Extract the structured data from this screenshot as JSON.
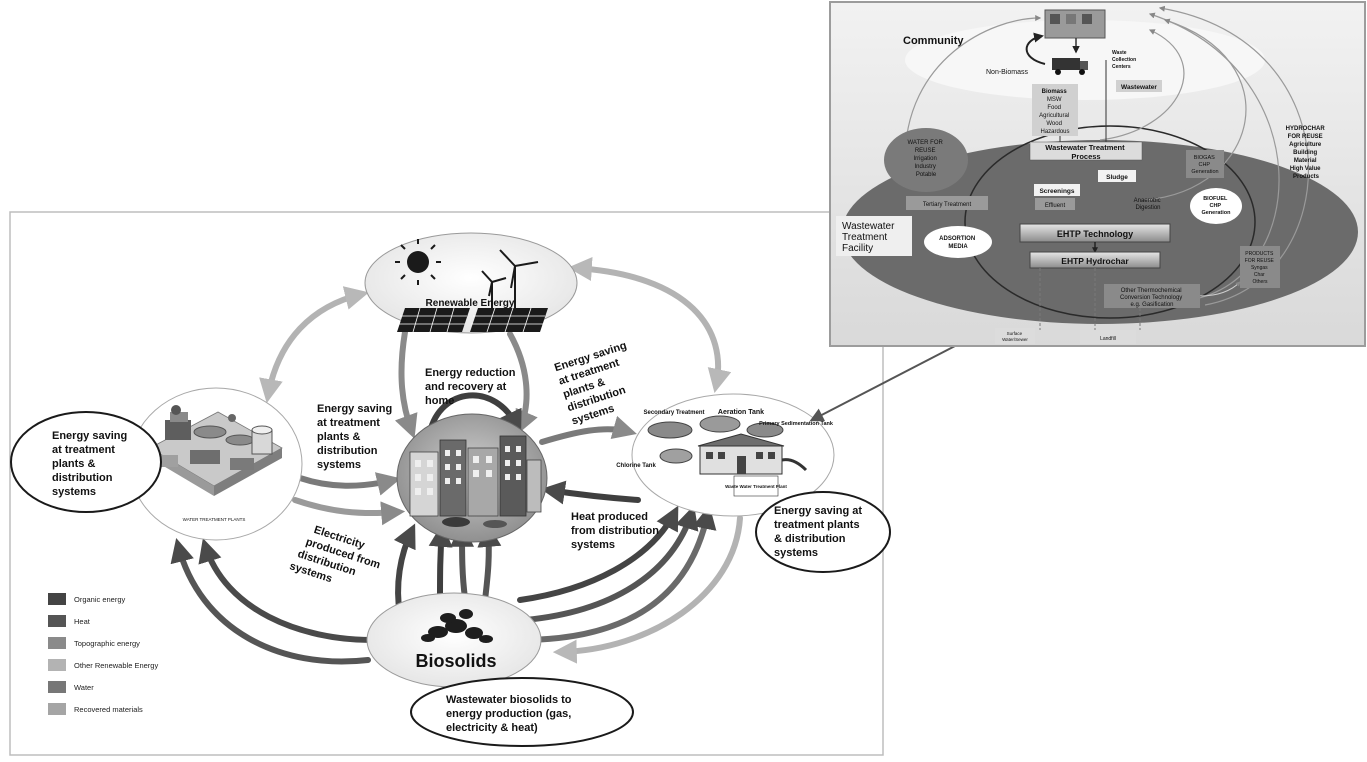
{
  "main": {
    "renewable_label": "Renewable Energy",
    "biosolids_label": "Biosolids",
    "water_plants_caption": "WATER TREATMENT PLANTS",
    "wwtp_labels": {
      "secondary": "Secondary Treatment",
      "aeration": "Aeration Tank",
      "primary": "Primary Sedimentation Tank",
      "chlorine": "Chlorine Tank",
      "plant": "Waste Water Treatment Plant"
    },
    "callouts": {
      "left_oval": [
        "Energy saving",
        "at treatment",
        "plants &",
        "distribution",
        "systems"
      ],
      "right_oval": [
        "Energy saving at",
        "treatment plants",
        "& distribution",
        "systems"
      ],
      "bottom_oval": [
        "Wastewater biosolids to",
        "energy production (gas,",
        "electricity & heat)"
      ]
    },
    "flow_texts": {
      "energy_reduction": [
        "Energy reduction",
        "and recovery at",
        "home"
      ],
      "energy_saving_left": [
        "Energy saving",
        "at treatment",
        "plants &",
        "distribution",
        "systems"
      ],
      "energy_saving_top": [
        "Energy saving",
        "at treatment",
        "plants &",
        "distribution",
        "systems"
      ],
      "electricity": [
        "Electricity",
        "produced  from",
        "distribution",
        "systems"
      ],
      "heat": [
        "Heat produced",
        "from distribution",
        "systems"
      ]
    },
    "legend": [
      {
        "label": "Organic energy",
        "color": "#444444"
      },
      {
        "label": "Heat",
        "color": "#555555"
      },
      {
        "label": "Topographic energy",
        "color": "#8a8a8a"
      },
      {
        "label": "Other Renewable Energy",
        "color": "#b3b3b3"
      },
      {
        "label": "Water",
        "color": "#777777"
      },
      {
        "label": "Recovered materials",
        "color": "#a5a5a5"
      }
    ]
  },
  "inset": {
    "community": "Community",
    "non_biomass": "Non-Biomass",
    "waste_collection": [
      "Waste",
      "Collection",
      "Centers"
    ],
    "biomass": [
      "Biomass",
      "MSW",
      "Food",
      "Agricultural",
      "Wood",
      "Hazardous"
    ],
    "wastewater": "Wastewater",
    "water_reuse": [
      "WATER FOR",
      "REUSE",
      "Irrigation",
      "Industry",
      "Potable"
    ],
    "hydrochar_reuse": [
      "HYDROCHAR",
      "FOR REUSE",
      "Agriculture",
      "Building",
      "Material",
      "High Value",
      "Products"
    ],
    "wtp_process": [
      "Wastewater Treatment",
      "Process"
    ],
    "sludge": "Sludge",
    "screenings": "Screenings",
    "effluent": "Effluent",
    "tertiary": "Tertiary Treatment",
    "anaerobic": [
      "Anaerobic",
      "Digestion"
    ],
    "biogas": [
      "BIOGAS",
      "CHP",
      "Generation"
    ],
    "biofuel": [
      "BIOFUEL",
      "CHP",
      "Generation"
    ],
    "facility": [
      "Wastewater",
      "Treatment",
      "Facility"
    ],
    "adsorption": [
      "ADSORTION",
      "MEDIA"
    ],
    "ehtp_tech": "EHTP Technology",
    "ehtp_hydrochar": "EHTP Hydrochar",
    "products_reuse": [
      "PRODUCTS",
      "FOR REUSE",
      "Syngas",
      "Char",
      "Others"
    ],
    "other_thermo": [
      "Other Thermochemical",
      "Conversion Technology",
      "e.g. Gasification"
    ],
    "surface_water": [
      "Surface",
      "Water/Sewer"
    ],
    "landfill": "Landfill"
  }
}
